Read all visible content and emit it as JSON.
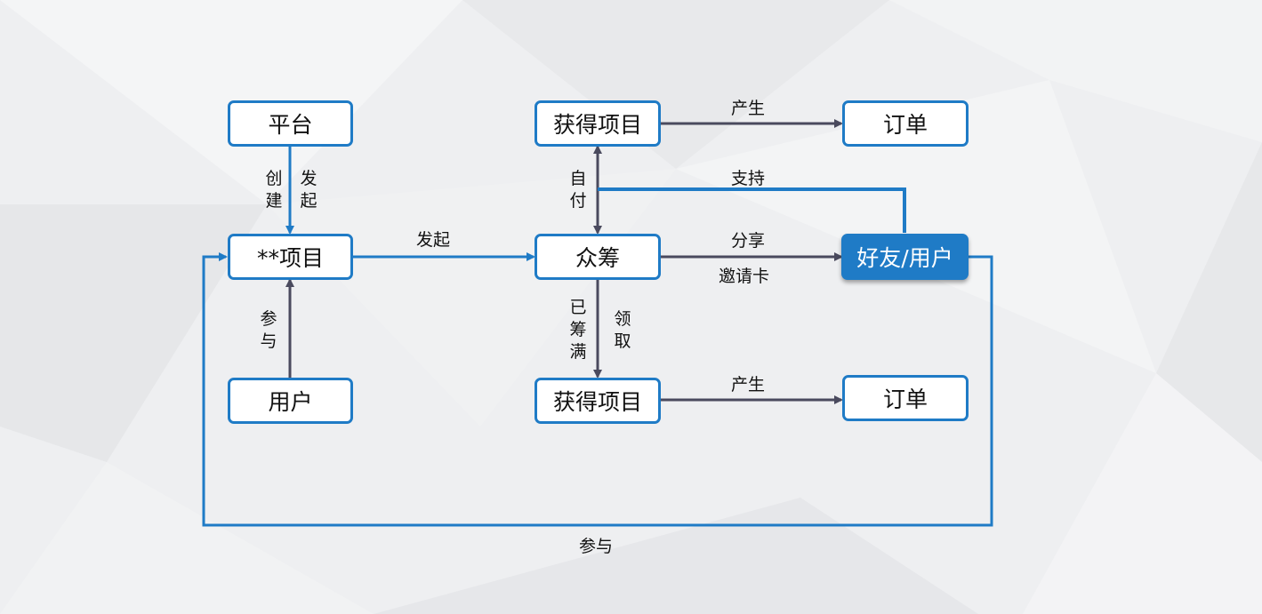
{
  "colors": {
    "node_border": "#1f7bc6",
    "highlight_fill": "#1f7bc6",
    "blue_line": "#1f7bc6",
    "dark_arrow": "#4a4a5e",
    "background": "#eeeff1"
  },
  "nodes": {
    "platform": "平台",
    "project": "**项目",
    "user": "用户",
    "crowdfund": "众筹",
    "gain_top": "获得项目",
    "gain_bottom": "获得项目",
    "order_top": "订单",
    "order_bottom": "订单",
    "friend_user": "好友/用户"
  },
  "edges": {
    "platform_to_project_a": "创建",
    "platform_to_project_b": "发起",
    "user_to_project": "参与",
    "project_to_crowdfund": "发起",
    "crowdfund_to_gain_top": "自付",
    "gain_top_to_order": "产生",
    "friend_support": "支持",
    "crowdfund_to_friend_a": "分享",
    "crowdfund_to_friend_b": "邀请卡",
    "crowdfund_to_gain_bottom_a": "已筹满",
    "crowdfund_to_gain_bottom_b": "领取",
    "gain_bottom_to_order": "产生",
    "friend_to_project": "参与"
  }
}
